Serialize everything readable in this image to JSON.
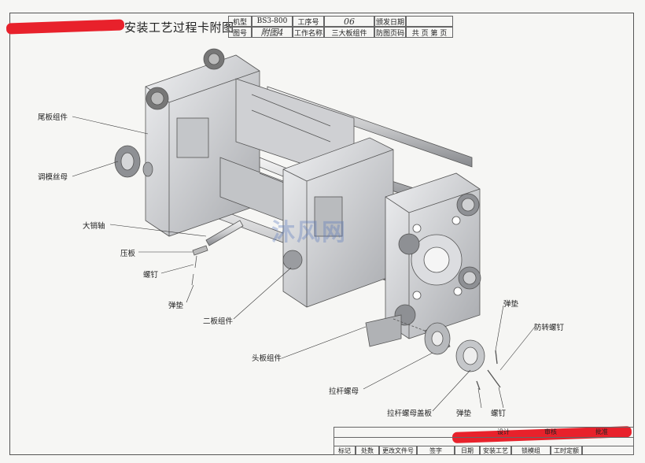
{
  "header": {
    "title": "安装工艺过程卡附图",
    "model_label": "机型",
    "model_value": "BS3-800",
    "drawing_label": "图号",
    "drawing_value": "附图4",
    "process_no_label": "工序号",
    "process_no_value": "06",
    "process_name_label": "工作名称",
    "process_name_value": "三大板组件",
    "date_label": "颁发日期",
    "sheet_label": "防图页码",
    "pages_text": "共  页  第  页"
  },
  "parts": {
    "tail_plate": "尾板组件",
    "adjust_nut": "调模丝母",
    "big_pin": "大销轴",
    "press_plate": "压板",
    "screw_left": "螺钉",
    "spring_washer_left": "弹垫",
    "second_plate": "二板组件",
    "head_plate": "头板组件",
    "tie_rod_nut": "拉杆螺母",
    "tie_rod_nut_cover": "拉杆螺母盖板",
    "spring_washer_bottom": "弹垫",
    "screw_bottom": "螺钉",
    "spring_washer_right": "弹垫",
    "anti_rotation_screw": "防转螺钉"
  },
  "watermark": "沐风网",
  "title_block": {
    "design": "设计",
    "review": "审核",
    "approve": "批准",
    "mark": "标记",
    "count": "处数",
    "change_doc": "更改文件号",
    "sign": "签字",
    "date": "日期",
    "install_dept": "安装工艺",
    "group_name": "锁模组",
    "work_time": "工时定额"
  },
  "colors": {
    "redaction": "#e8212b",
    "line": "#555555",
    "metal_light": "#d9dadc",
    "metal_dark": "#8e9094"
  }
}
